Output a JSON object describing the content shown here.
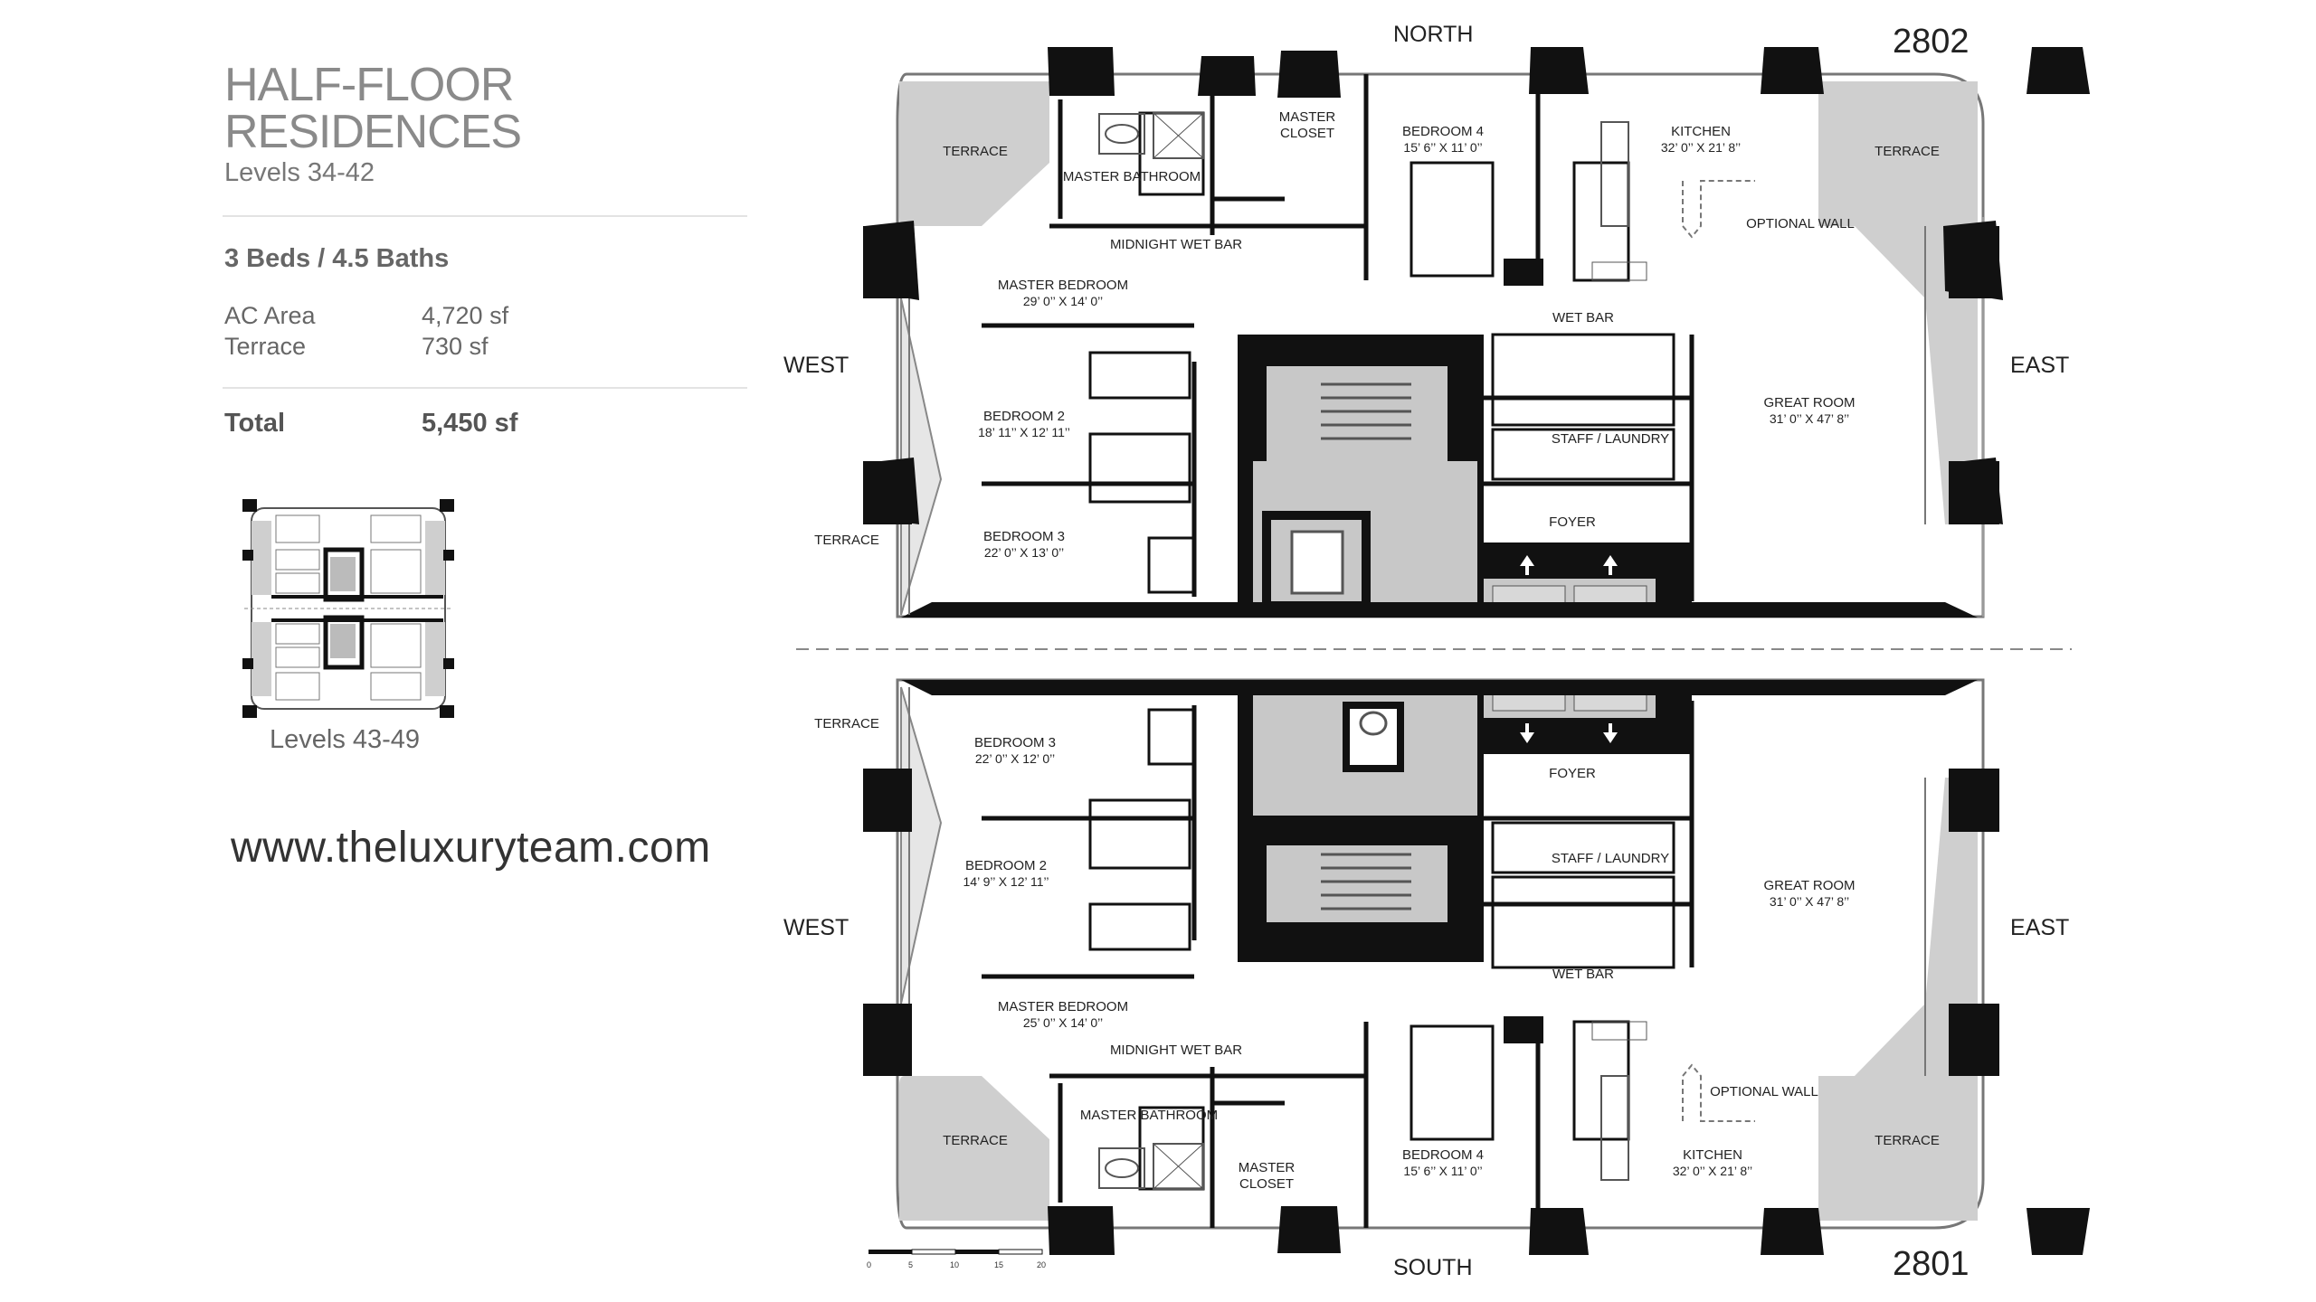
{
  "panel": {
    "title_line1": "HALF-FLOOR",
    "title_line2": "RESIDENCES",
    "levels": "Levels 34-42",
    "beds_baths": "3 Beds / 4.5 Baths",
    "ac_area_label": "AC Area",
    "ac_area_value": "4,720 sf",
    "terrace_label": "Terrace",
    "terrace_value": "730 sf",
    "total_label": "Total",
    "total_value": "5,450 sf",
    "mini_plan_levels": "Levels 43-49",
    "website": "www.theluxuryteam.com"
  },
  "plan": {
    "compass": {
      "north": "NORTH",
      "south": "SOUTH",
      "west": "WEST",
      "east": "EAST"
    },
    "unit_top": "2802",
    "unit_bottom": "2801",
    "top_rooms": {
      "terrace_nw": "TERRACE",
      "master_bathroom": "MASTER BATHROOM",
      "master_closet_1": "MASTER",
      "master_closet_2": "CLOSET",
      "bedroom4": "BEDROOM 4",
      "bedroom4_dim": "15’ 6’’ X 11’ 0’’",
      "kitchen": "KITCHEN",
      "kitchen_dim": "32’ 0’’ X 21’ 8’’",
      "terrace_ne": "TERRACE",
      "optional_wall": "OPTIONAL WALL",
      "midnight_wet_bar": "MIDNIGHT WET BAR",
      "master_bedroom": "MASTER BEDROOM",
      "master_bedroom_dim": "29’ 0’’ X 14’ 0’’",
      "wet_bar": "WET BAR",
      "bedroom2": "BEDROOM 2",
      "bedroom2_dim": "18’ 11’’ X 12’ 11’’",
      "staff_laundry": "STAFF / LAUNDRY",
      "great_room": "GREAT ROOM",
      "great_room_dim": "31’ 0’’ X 47’ 8’’",
      "terrace_w": "TERRACE",
      "bedroom3": "BEDROOM 3",
      "bedroom3_dim": "22’ 0’’ X 13’ 0’’",
      "foyer": "FOYER"
    },
    "bottom_rooms": {
      "terrace_w": "TERRACE",
      "bedroom3": "BEDROOM 3",
      "bedroom3_dim": "22’ 0’’ X 12’ 0’’",
      "foyer": "FOYER",
      "bedroom2": "BEDROOM 2",
      "bedroom2_dim": "14’ 9’’ X 12’ 11’’",
      "staff_laundry": "STAFF / LAUNDRY",
      "great_room": "GREAT ROOM",
      "great_room_dim": "31’ 0’’ X 47’ 8’’",
      "wet_bar": "WET BAR",
      "master_bedroom": "MASTER BEDROOM",
      "master_bedroom_dim": "25’ 0’’ X 14’ 0’’",
      "midnight_wet_bar": "MIDNIGHT WET BAR",
      "optional_wall": "OPTIONAL WALL",
      "master_bathroom": "MASTER BATHROOM",
      "terrace_sw": "TERRACE",
      "master_closet_1": "MASTER",
      "master_closet_2": "CLOSET",
      "bedroom4": "BEDROOM 4",
      "bedroom4_dim": "15’ 6’’ X 11’ 0’’",
      "kitchen": "KITCHEN",
      "kitchen_dim": "32’ 0’’ X 21’ 8’’",
      "terrace_se": "TERRACE"
    },
    "scale_labels": [
      "0",
      "5",
      "10",
      "15",
      "20"
    ],
    "colors": {
      "wall": "#1a1a1a",
      "core": "#c8c8c8",
      "terrace": "#cfcfcf"
    }
  }
}
